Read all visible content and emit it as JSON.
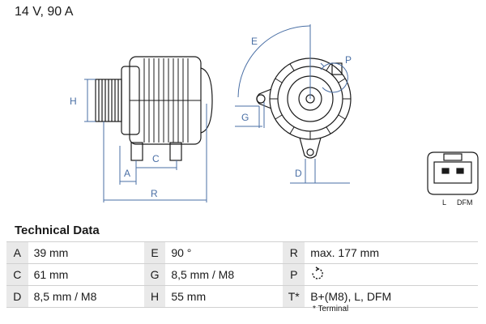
{
  "header": {
    "title": "14 V, 90 A"
  },
  "drawing": {
    "labels": {
      "a": "A",
      "c": "C",
      "h": "H",
      "r": "R",
      "e": "E",
      "p": "P",
      "g": "G",
      "d": "D"
    },
    "connector": {
      "left_pin": "L",
      "right_pin": "DFM"
    }
  },
  "section": {
    "title": "Technical Data"
  },
  "specs": {
    "rows": [
      [
        {
          "key": "A",
          "value": "39 mm"
        },
        {
          "key": "E",
          "value": "90 °"
        },
        {
          "key": "R",
          "value": "max. 177 mm"
        }
      ],
      [
        {
          "key": "C",
          "value": "61 mm"
        },
        {
          "key": "G",
          "value": "8,5 mm / M8"
        },
        {
          "key": "P",
          "value": "",
          "icon": "clockwise-rotation-icon"
        }
      ],
      [
        {
          "key": "D",
          "value": "8,5 mm / M8"
        },
        {
          "key": "H",
          "value": "55 mm"
        },
        {
          "key": "T*",
          "value": "B+(M8), L, DFM"
        }
      ]
    ]
  },
  "footnote": {
    "text": "* Terminal"
  },
  "colors": {
    "dimension": "#4a6fa5",
    "key_cell": "#e9e9e9",
    "line": "#1a1a1a"
  }
}
